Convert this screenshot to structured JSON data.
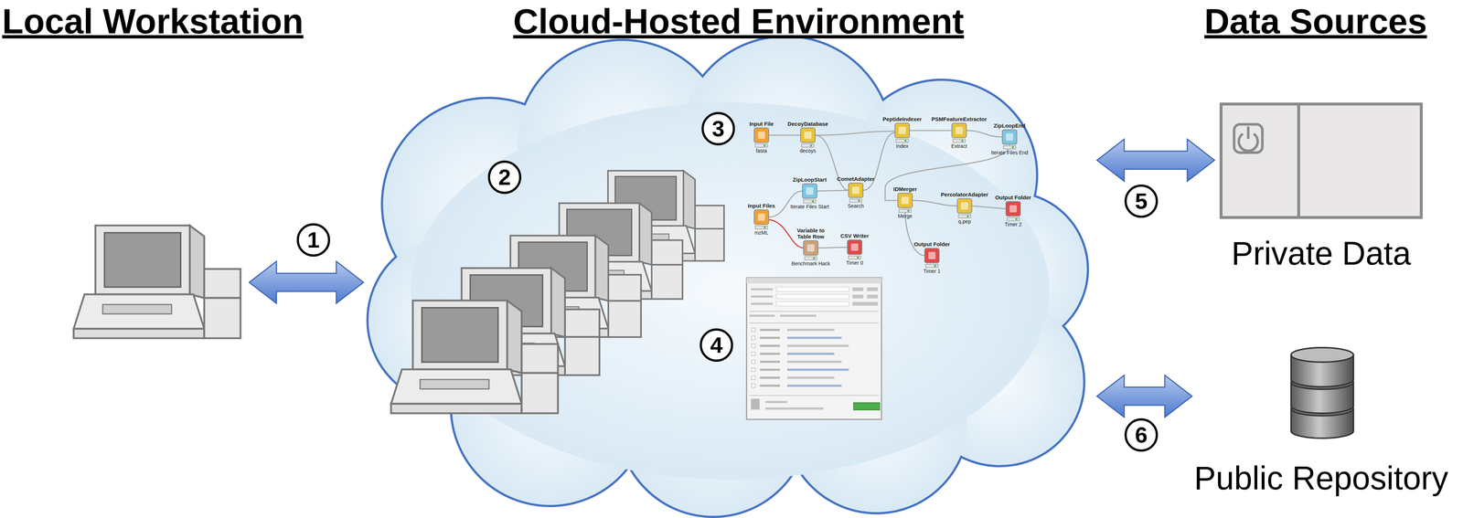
{
  "diagram": {
    "nodes": [
      {
        "text": [
          "Local Workstation"
        ]
      },
      {
        "text": [
          "Cloud-Hosted Environment"
        ]
      },
      {
        "text": [
          "Private Data"
        ]
      },
      {
        "text": [
          "Public Repository"
        ]
      }
    ],
    "edges": [
      {
        "from": 0,
        "to": 1,
        "arrow": "both"
      },
      {
        "from": 1,
        "to": 2,
        "arrow": "both"
      },
      {
        "from": 1,
        "to": 3,
        "arrow": "both"
      }
    ],
    "labels": [
      "Data Sources",
      "1",
      "2",
      "3",
      "4",
      "5",
      "6",
      "Input File",
      "fasta",
      "DecoyDatabase",
      "decoys",
      "PeptideIndexer",
      "Index",
      "PSMFeatureExtractor",
      "Extract",
      "ZipLoopEnd",
      "Iterate Files End",
      "ZipLoopStart",
      "Iterate Files Start",
      "CometAdapter",
      "Search",
      "Input Files",
      "mzML",
      "Variable to Table Row",
      "Benchmark Hack",
      "CSV Writer",
      "Timer 0",
      "IDMerger",
      "Merge",
      "PercolatorAdapter",
      "q.pep",
      "Output Folder",
      "Timer 2",
      "Output Folder",
      "Timer 1"
    ]
  }
}
